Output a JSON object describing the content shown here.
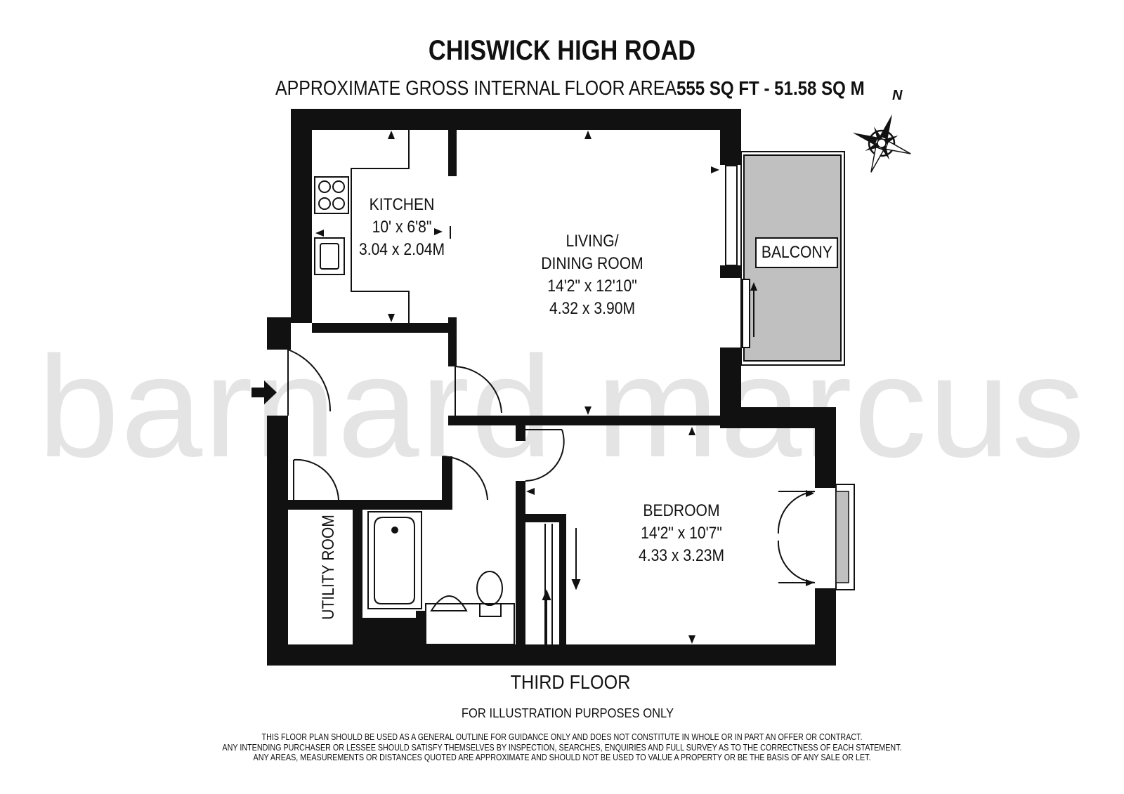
{
  "header": {
    "title": "CHISWICK HIGH ROAD",
    "area_label": "APPROXIMATE GROSS INTERNAL FLOOR AREA:",
    "area_value": "555 SQ FT  -  51.58 SQ M"
  },
  "watermark": "barnard marcus",
  "compass": {
    "north_label": "N",
    "icon": "compass-rose-icon"
  },
  "rooms": {
    "kitchen": {
      "name": "KITCHEN",
      "imperial": "10' x 6'8\"",
      "metric": "3.04 x 2.04M"
    },
    "living": {
      "name_line1": "LIVING/",
      "name_line2": "DINING ROOM",
      "imperial": "14'2\" x 12'10\"",
      "metric": "4.32 x 3.90M"
    },
    "balcony": {
      "name": "BALCONY"
    },
    "bedroom": {
      "name": "BEDROOM",
      "imperial": "14'2\" x 10'7\"",
      "metric": "4.33 x 3.23M"
    },
    "utility": {
      "name": "UTILITY ROOM"
    }
  },
  "floor_name": "THIRD FLOOR",
  "illustration_note": "FOR ILLUSTRATION PURPOSES ONLY",
  "disclaimer": [
    "THIS FLOOR PLAN SHOULD BE USED AS A GENERAL OUTLINE FOR GUIDANCE ONLY AND DOES NOT CONSTITUTE IN WHOLE OR IN PART AN OFFER OR CONTRACT.",
    "ANY INTENDING PURCHASER OR LESSEE SHOULD SATISFY THEMSELVES BY INSPECTION, SEARCHES, ENQUIRIES AND FULL SURVEY AS TO THE CORRECTNESS OF EACH STATEMENT.",
    "ANY AREAS, MEASUREMENTS OR DISTANCES QUOTED ARE APPROXIMATE AND SHOULD NOT BE USED TO VALUE A PROPERTY OR BE THE BASIS OF ANY SALE OR LET."
  ],
  "colors": {
    "wall": "#111111",
    "balcony_fill": "#c0c0c0",
    "watermark": "#e4e4e4"
  }
}
